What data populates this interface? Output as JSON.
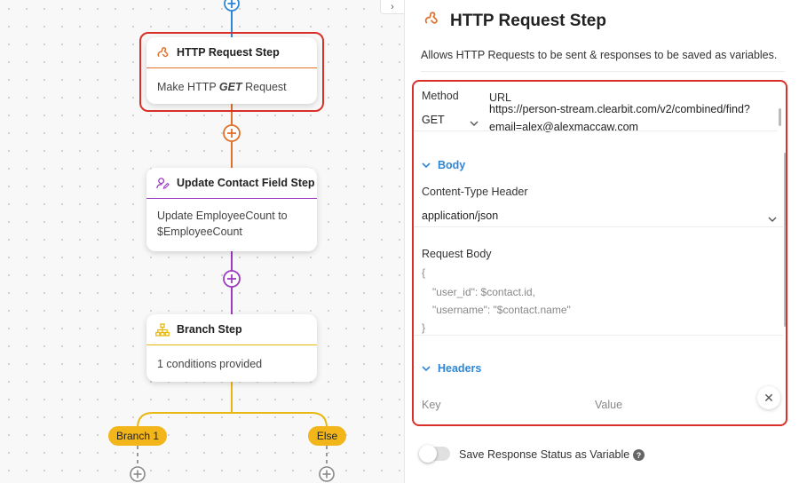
{
  "colors": {
    "http_accent": "#e0702a",
    "update_accent": "#9c3bbf",
    "branch_accent": "#e8b810",
    "link_blue": "#2e86d6",
    "highlight_red": "#d9312a"
  },
  "canvas": {
    "nodes": {
      "http": {
        "title": "HTTP Request Step",
        "body_pre": "Make HTTP ",
        "body_method": "GET",
        "body_post": " Request",
        "icon": "hook-icon"
      },
      "update": {
        "title": "Update Contact Field Step",
        "body": "Update EmployeeCount to $EmployeeCount",
        "icon": "person-edit-icon"
      },
      "branch": {
        "title": "Branch Step",
        "body": "1 conditions provided",
        "icon": "hierarchy-icon"
      }
    },
    "branches": {
      "left": "Branch 1",
      "right": "Else"
    },
    "collapse_icon": "chevron-right-icon"
  },
  "panel": {
    "title": "HTTP Request Step",
    "title_icon": "hook-icon",
    "description": "Allows HTTP Requests to be sent & responses to be saved as variables.",
    "method_label": "Method",
    "method_value": "GET",
    "url_label": "URL",
    "url_line1": "https://person-stream.clearbit.com/v2/combined/find?",
    "url_line2": "email=alex@alexmaccaw.com",
    "body_section": "Body",
    "content_type_label": "Content-Type Header",
    "content_type_value": "application/json",
    "request_body_label": "Request Body",
    "request_body_lines": [
      "{",
      "\"user_id\": $contact.id,",
      "\"username\": \"$contact.name\"",
      "}"
    ],
    "headers_section": "Headers",
    "key_label": "Key",
    "value_label": "Value",
    "close_icon": "close-icon",
    "save_response_label": "Save Response Status as Variable",
    "help_icon": "question-icon"
  }
}
